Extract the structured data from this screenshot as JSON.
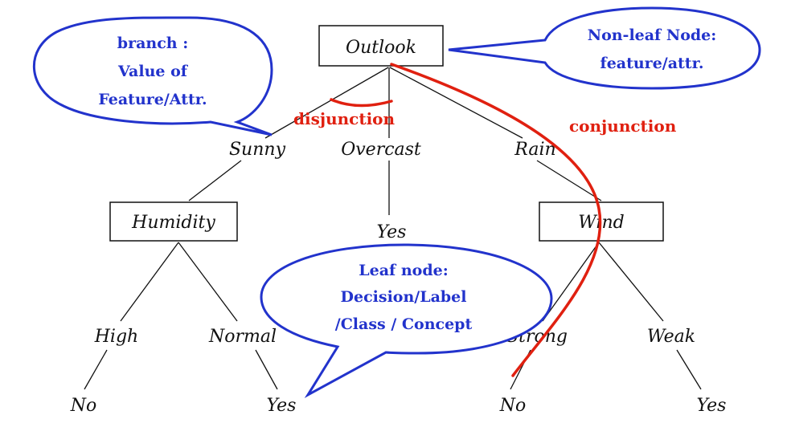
{
  "tree": {
    "root": "Outlook",
    "branches_level1": [
      "Sunny",
      "Overcast",
      "Rain"
    ],
    "humidity_node": "Humidity",
    "overcast_leaf": "Yes",
    "wind_node": "Wind",
    "humidity_branches": [
      "High",
      "Normal"
    ],
    "wind_branches": [
      "Strong",
      "Weak"
    ],
    "leaves_level3": [
      "No",
      "Yes",
      "No",
      "Yes"
    ]
  },
  "callouts": {
    "branch": [
      "branch :",
      "Value of",
      "Feature/Attr."
    ],
    "nonleaf": [
      "Non-leaf Node:",
      "feature/attr."
    ],
    "leaf": [
      "Leaf node:",
      "Decision/Label",
      "/Class / Concept"
    ]
  },
  "annotations": {
    "disjunction": "disjunction",
    "conjunction": "conjunction"
  },
  "colors": {
    "callout_blue": "#2233cc",
    "annotation_red": "#e02010"
  }
}
